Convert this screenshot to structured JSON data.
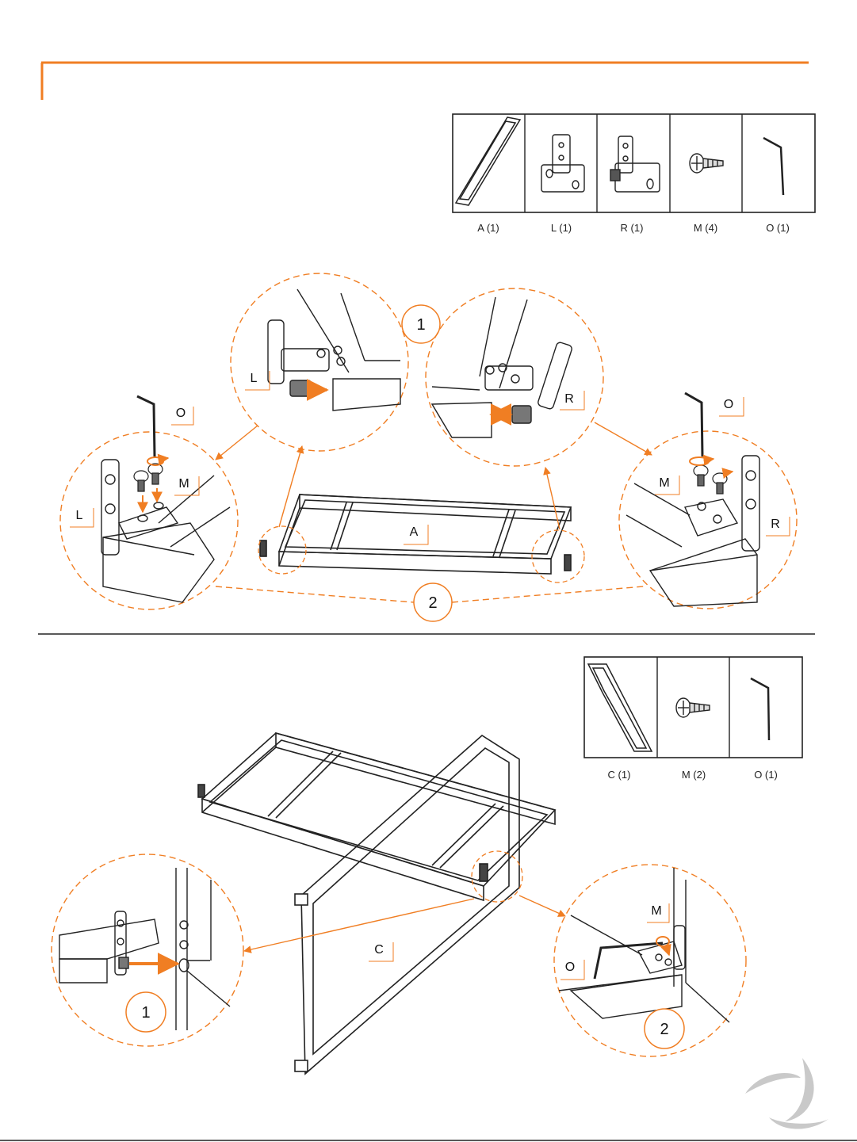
{
  "accent_color": "#F07E23",
  "step1": {
    "parts": [
      {
        "label": "A (1)",
        "icon": "frame-icon"
      },
      {
        "label": "L (1)",
        "icon": "left-bracket-icon"
      },
      {
        "label": "R (1)",
        "icon": "right-bracket-icon"
      },
      {
        "label": "M (4)",
        "icon": "screw-icon"
      },
      {
        "label": "O (1)",
        "icon": "allen-key-icon"
      }
    ],
    "callouts": {
      "one": "1",
      "two": "2",
      "frame": "A",
      "left_bracket": "L",
      "right_bracket": "R",
      "screw": "M",
      "key": "O"
    }
  },
  "step2": {
    "parts": [
      {
        "label": "C (1)",
        "icon": "side-frame-icon"
      },
      {
        "label": "M (2)",
        "icon": "screw-icon"
      },
      {
        "label": "O (1)",
        "icon": "allen-key-icon"
      }
    ],
    "callouts": {
      "one": "1",
      "two": "2",
      "side_frame": "C",
      "screw": "M",
      "key": "O"
    }
  },
  "logo": "brand-swirl-icon"
}
